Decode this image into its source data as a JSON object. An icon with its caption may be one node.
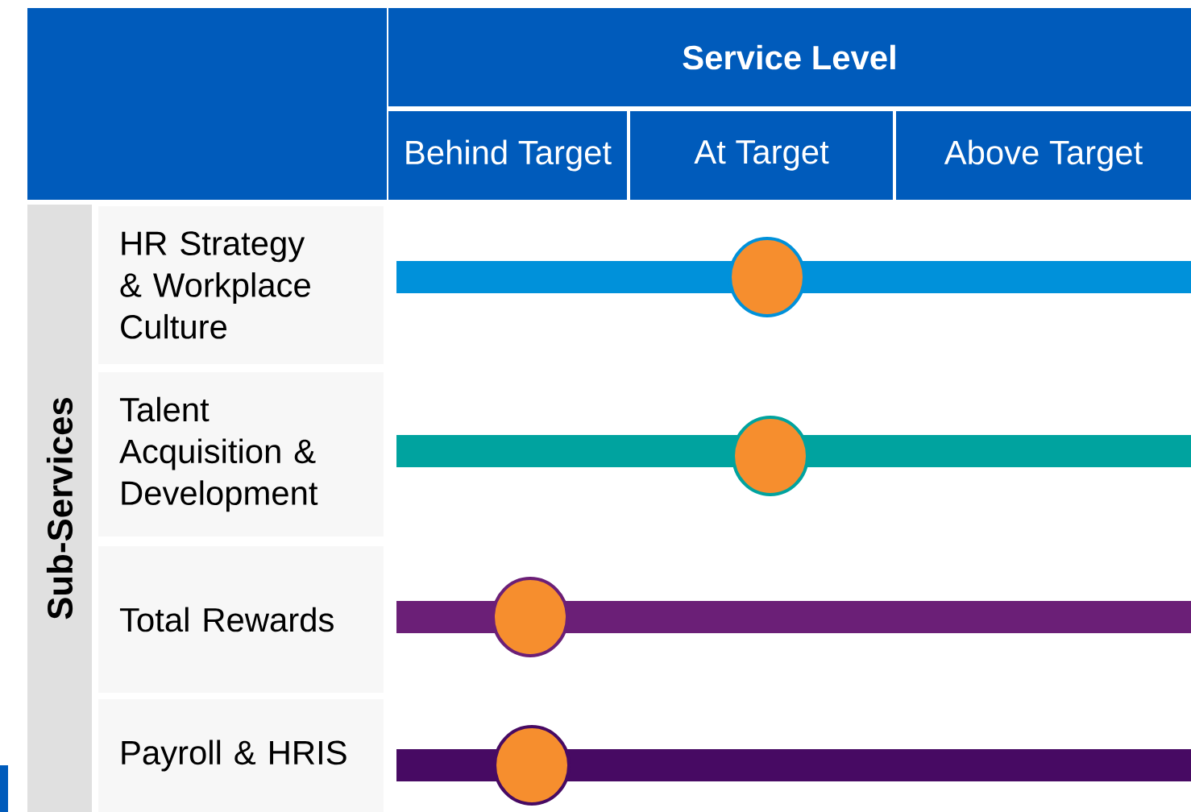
{
  "diagram": {
    "nodes": [
      {
        "text": [],
        "shape": "box"
      },
      {
        "text": [
          "Service Level"
        ]
      },
      {
        "text": [
          "Behind Target"
        ]
      },
      {
        "text": [
          "At Target"
        ]
      },
      {
        "text": [
          "Above Target"
        ]
      },
      {
        "text": [
          "Sub-Services"
        ]
      },
      {
        "text": [
          "HR Strategy & Workplace Culture"
        ]
      },
      {
        "text": [
          "Talent Acquisition & Development"
        ]
      },
      {
        "text": [
          "Total Rewards"
        ]
      },
      {
        "text": [
          "Payroll & HRIS"
        ]
      }
    ]
  }
}
